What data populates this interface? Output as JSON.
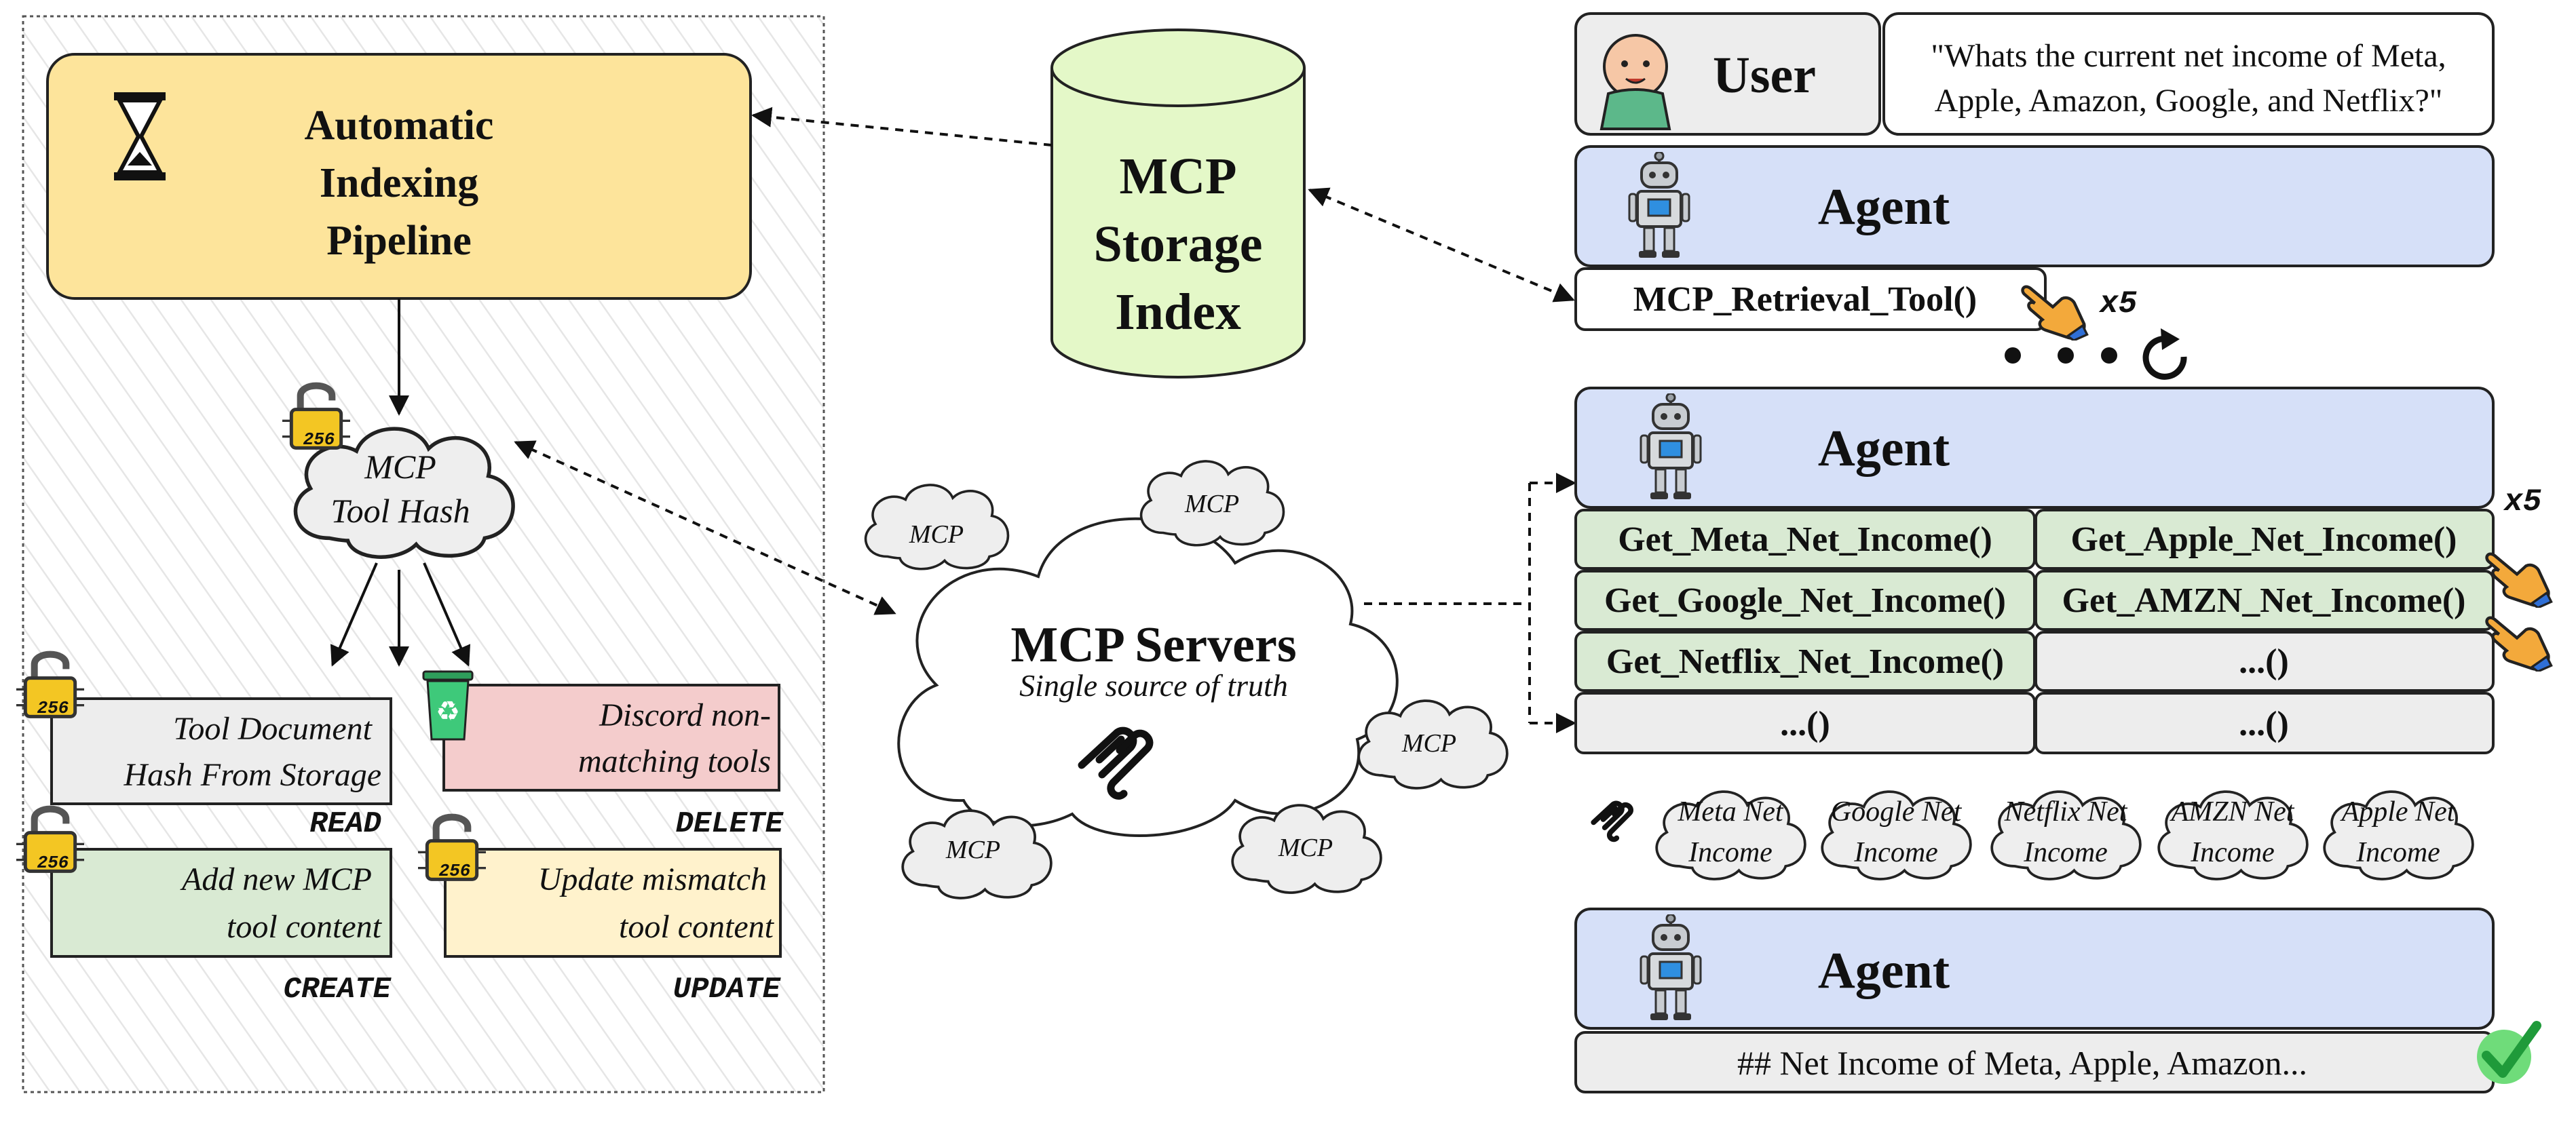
{
  "pipeline": {
    "title_lines": [
      "Automatic",
      "Indexing",
      "Pipeline"
    ],
    "hash_lines": [
      "MCP",
      "Tool Hash"
    ],
    "lock_label": "256",
    "read_box_lines": [
      "Tool Document",
      "Hash From Storage"
    ],
    "read_label": "READ",
    "delete_box_lines": [
      "Discord non-",
      "matching tools"
    ],
    "delete_label": "DELETE",
    "create_box_lines": [
      "Add new MCP",
      "tool content"
    ],
    "create_label": "CREATE",
    "update_box_lines": [
      "Update mismatch",
      "tool content"
    ],
    "update_label": "UPDATE"
  },
  "storage": {
    "lines": [
      "MCP",
      "Storage",
      "Index"
    ]
  },
  "servers": {
    "title": "MCP Servers",
    "subtitle": "Single source of truth",
    "small_cloud_label": "MCP"
  },
  "flow": {
    "user_label": "User",
    "user_query_lines": [
      "\"Whats the current net income of Meta,",
      "Apple, Amazon, Google, and Netflix?\""
    ],
    "agent_label": "Agent",
    "retrieval_tool": "MCP_Retrieval_Tool()",
    "multiplier": "x5",
    "tools": [
      "Get_Meta_Net_Income()",
      "Get_Apple_Net_Income()",
      "Get_Google_Net_Income()",
      "Get_AMZN_Net_Income()",
      "Get_Netflix_Net_Income()",
      "...()",
      "...()",
      "...()"
    ],
    "results": [
      [
        "Meta Net",
        "Income"
      ],
      [
        "Google Net",
        "Income"
      ],
      [
        "Netflix Net",
        "Income"
      ],
      [
        "AMZN Net",
        "Income"
      ],
      [
        "Apple Net",
        "Income"
      ]
    ],
    "final_answer": "## Net Income of Meta, Apple, Amazon..."
  },
  "colors": {
    "pipeline_fill": "#fde49b",
    "storage_fill": "#e4f8c8",
    "agent_fill": "#d6e0f8",
    "tool_green": "#d9ead3",
    "grey_box": "#ededed",
    "delete_fill": "#f4cccc",
    "update_fill": "#fff2cc",
    "create_fill": "#d9ead3",
    "cloud_fill": "#eeeeee"
  }
}
